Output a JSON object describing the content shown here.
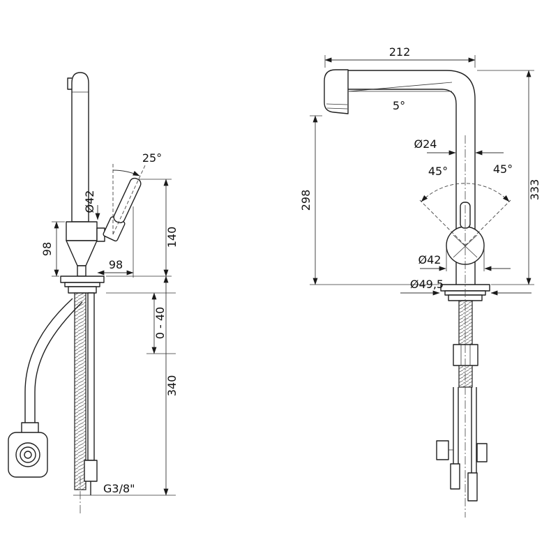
{
  "drawing": {
    "title": "faucet-dimension-drawing",
    "accent_color": "#1f1f1f",
    "side_view": {
      "handle_angle": "25°",
      "body_dia": "Ø42",
      "body_height": "98",
      "handle_reach": "98",
      "handle_height": "140",
      "deck_thickness": "0 - 40",
      "install_depth": "340",
      "thread": "G3/8\""
    },
    "front_view": {
      "spout_reach": "212",
      "spout_angle": "5°",
      "pipe_dia": "Ø24",
      "spout_height": "298",
      "total_height": "333",
      "swivel_left": "45°",
      "swivel_right": "45°",
      "body_dia": "Ø42",
      "flange_dia": "Ø49,5"
    }
  }
}
